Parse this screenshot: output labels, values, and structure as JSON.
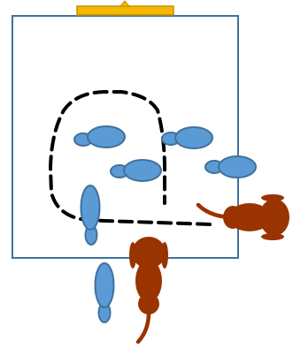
{
  "diagram": {
    "enclosure": {
      "border_color": "#41719c"
    },
    "feeder": {
      "color": "#f5b800",
      "border_color": "#c49000"
    },
    "path": {
      "style": "dashed",
      "color": "#000000"
    },
    "mice": {
      "color": "#5b9bd5",
      "outline_color": "#41719c",
      "count": 6
    },
    "cats": {
      "color": "#993300",
      "count": 2
    }
  }
}
